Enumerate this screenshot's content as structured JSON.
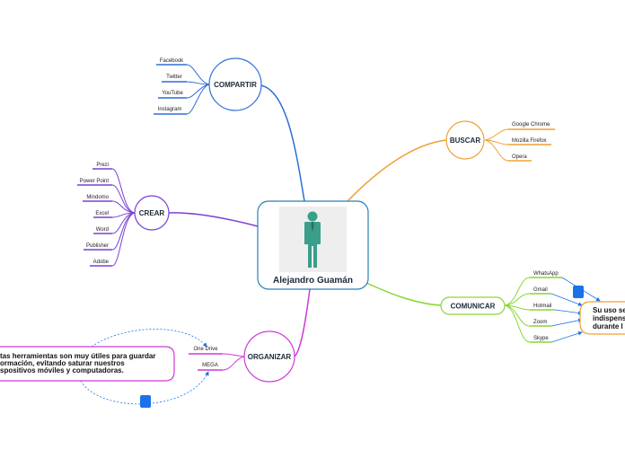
{
  "center": {
    "name": "Alejandro Guamán",
    "icon": "person-icon"
  },
  "branches": {
    "compartir": {
      "label": "COMPARTIR",
      "color": "#2d6fd6",
      "items": [
        "Facebook",
        "Twitter",
        "YouTube",
        "Instagram"
      ]
    },
    "crear": {
      "label": "CREAR",
      "color": "#7a3fd6",
      "items": [
        "Prezi",
        "Power Point",
        "Mindomo",
        "Excel",
        "Word",
        "Publisher",
        "Adobe"
      ]
    },
    "organizar": {
      "label": "ORGANIZAR",
      "color": "#cc3ad6",
      "items": [
        "One Drive",
        "MEGA"
      ]
    },
    "buscar": {
      "label": "BUSCAR",
      "color": "#f0a030",
      "items": [
        "Google Chrome",
        "Mozilla Firefox",
        "Opera"
      ]
    },
    "comunicar": {
      "label": "COMUNICAR",
      "color": "#8ad630",
      "items": [
        "WhatsApp",
        "Gmail",
        "Hotmail",
        "Zoom",
        "Skype"
      ]
    }
  },
  "notes": {
    "organizar_note": [
      "tas herramientas son muy útiles para guardar",
      "ormación, evitando saturar nuestros",
      "spositivos móviles y computadoras."
    ],
    "comunicar_note": [
      "Su uso se",
      "indispens",
      "durante l"
    ]
  },
  "colors": {
    "relation": "#1a73e8",
    "center_border": "#2a7fb8",
    "figure": "#3a9e8a"
  }
}
